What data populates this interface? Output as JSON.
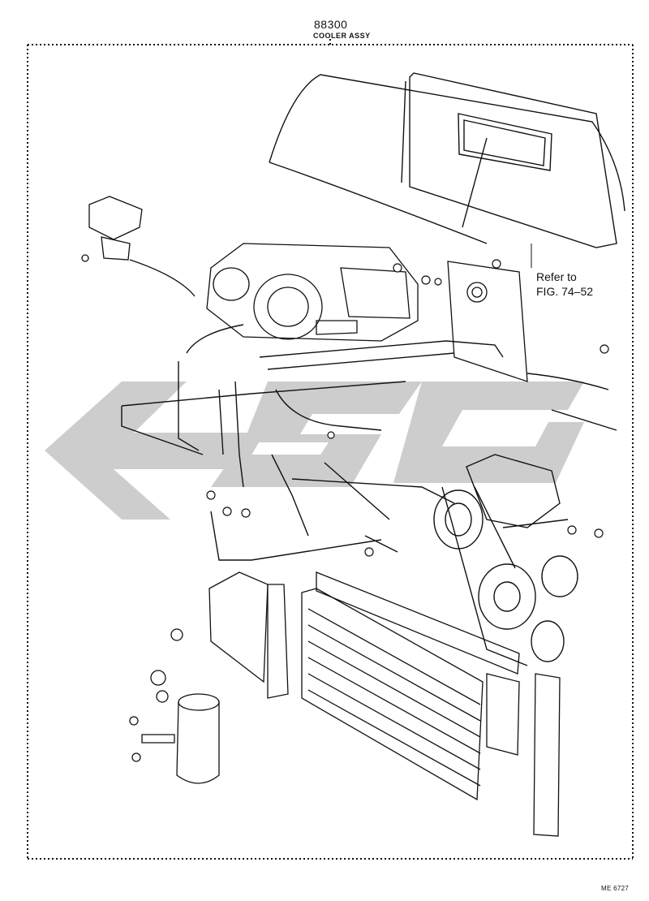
{
  "header": {
    "part_number": "88300",
    "part_name": "COOLER ASSY"
  },
  "callouts": {
    "refer_line1": "Refer to",
    "refer_line2": "FIG. 74–52"
  },
  "footer": {
    "figure_code": "ME 6727"
  },
  "colors": {
    "ink": "#111111",
    "watermark": "#c8c8c8",
    "paper": "#ffffff"
  }
}
